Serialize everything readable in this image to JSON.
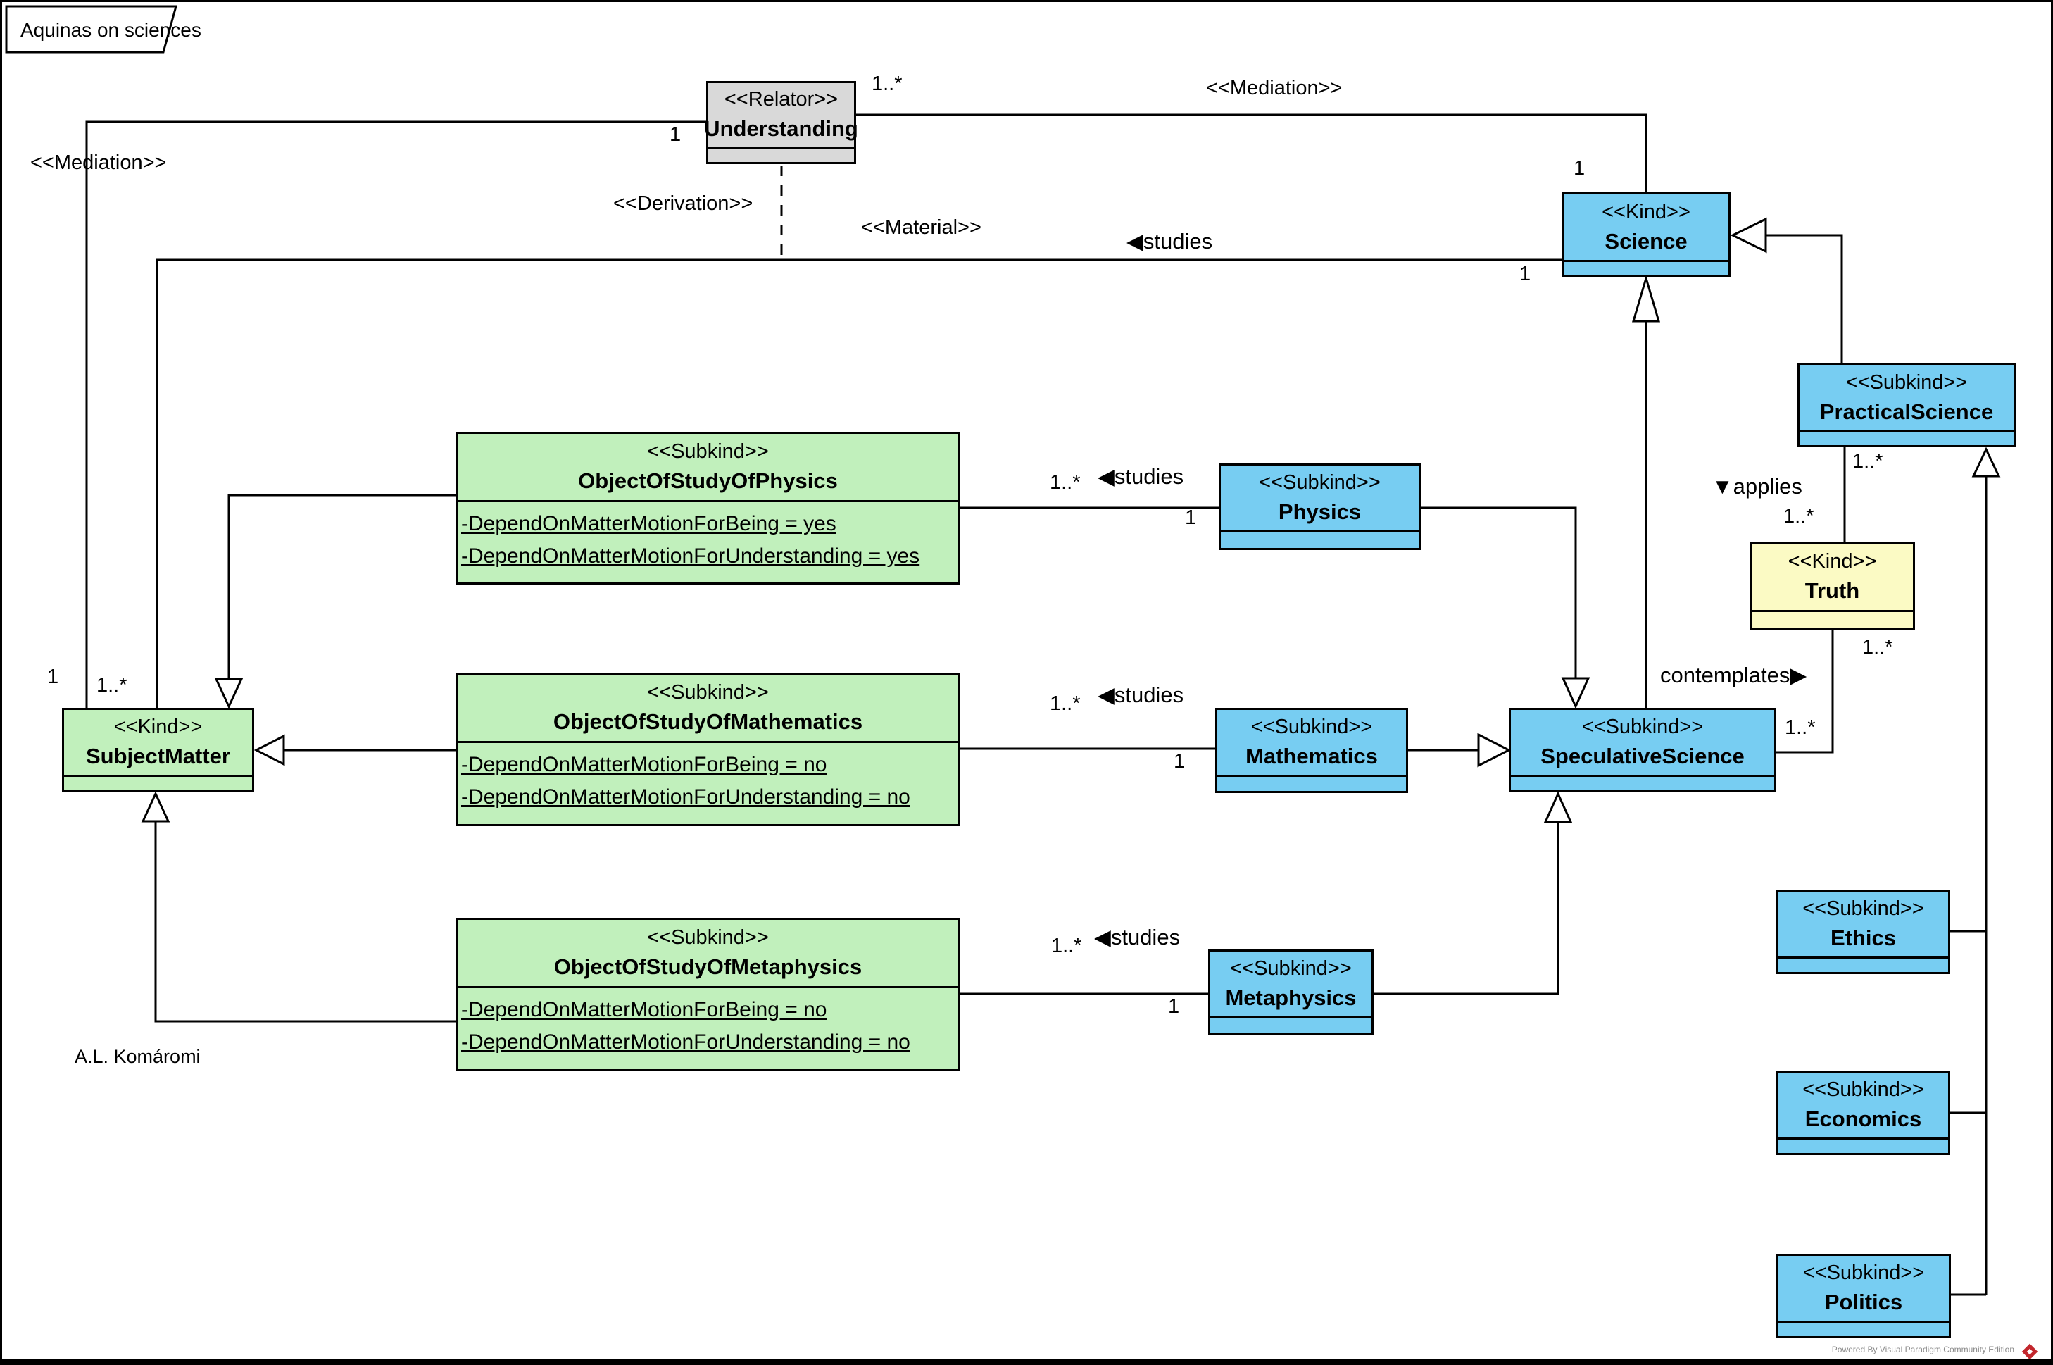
{
  "diagram": {
    "title": "Aquinas on sciences",
    "author": "A.L. Komáromi",
    "footer": "Powered By  Visual Paradigm Community Edition"
  },
  "colors": {
    "kind_blue": "#77cdf2",
    "kind_green": "#c1f0bc",
    "kind_yellow": "#fbfac4",
    "relator_gray": "#d9d9d9",
    "line_black": "#000000",
    "footer_gray": "#8a8a8a",
    "logo_red": "#c2272d"
  },
  "classes": {
    "understanding": {
      "stereotype": "<<Relator>>",
      "name": "Understanding"
    },
    "science": {
      "stereotype": "<<Kind>>",
      "name": "Science"
    },
    "practical_science": {
      "stereotype": "<<Subkind>>",
      "name": "PracticalScience"
    },
    "truth": {
      "stereotype": "<<Kind>>",
      "name": "Truth"
    },
    "speculative_science": {
      "stereotype": "<<Subkind>>",
      "name": "SpeculativeScience"
    },
    "physics": {
      "stereotype": "<<Subkind>>",
      "name": "Physics"
    },
    "mathematics": {
      "stereotype": "<<Subkind>>",
      "name": "Mathematics"
    },
    "metaphysics": {
      "stereotype": "<<Subkind>>",
      "name": "Metaphysics"
    },
    "subject_matter": {
      "stereotype": "<<Kind>>",
      "name": "SubjectMatter"
    },
    "oos_physics": {
      "stereotype": "<<Subkind>>",
      "name": "ObjectOfStudyOfPhysics",
      "attributes": [
        "-DependOnMatterMotionForBeing = yes",
        "-DependOnMatterMotionForUnderstanding = yes"
      ]
    },
    "oos_mathematics": {
      "stereotype": "<<Subkind>>",
      "name": "ObjectOfStudyOfMathematics",
      "attributes": [
        "-DependOnMatterMotionForBeing = no",
        "-DependOnMatterMotionForUnderstanding = no"
      ]
    },
    "oos_metaphysics": {
      "stereotype": "<<Subkind>>",
      "name": "ObjectOfStudyOfMetaphysics",
      "attributes": [
        "-DependOnMatterMotionForBeing = no",
        "-DependOnMatterMotionForUnderstanding = no"
      ]
    },
    "ethics": {
      "stereotype": "<<Subkind>>",
      "name": "Ethics"
    },
    "economics": {
      "stereotype": "<<Subkind>>",
      "name": "Economics"
    },
    "politics": {
      "stereotype": "<<Subkind>>",
      "name": "Politics"
    }
  },
  "labels": {
    "mediation_left": {
      "stereotype": "<<Mediation>>",
      "mult_understanding": "1",
      "mult_subject_matter": "1"
    },
    "mediation_right": {
      "stereotype": "<<Mediation>>",
      "mult_understanding": "1..*",
      "mult_science": "1"
    },
    "derivation": {
      "stereotype": "<<Derivation>>"
    },
    "material": {
      "stereotype": "<<Material>>",
      "name": "◀studies",
      "mult_science": "1",
      "mult_subject_matter": "1..*"
    },
    "studies_physics": {
      "name": "◀studies",
      "mult_object": "1..*",
      "mult_science": "1"
    },
    "studies_mathematics": {
      "name": "◀studies",
      "mult_object": "1..*",
      "mult_science": "1"
    },
    "studies_metaphysics": {
      "name": "◀studies",
      "mult_object": "1..*",
      "mult_science": "1"
    },
    "applies": {
      "name": "▼applies",
      "mult_practical": "1..*",
      "mult_truth": "1..*"
    },
    "contemplates": {
      "name": "contemplates▶",
      "mult_truth": "1..*",
      "mult_speculative": "1..*"
    }
  }
}
